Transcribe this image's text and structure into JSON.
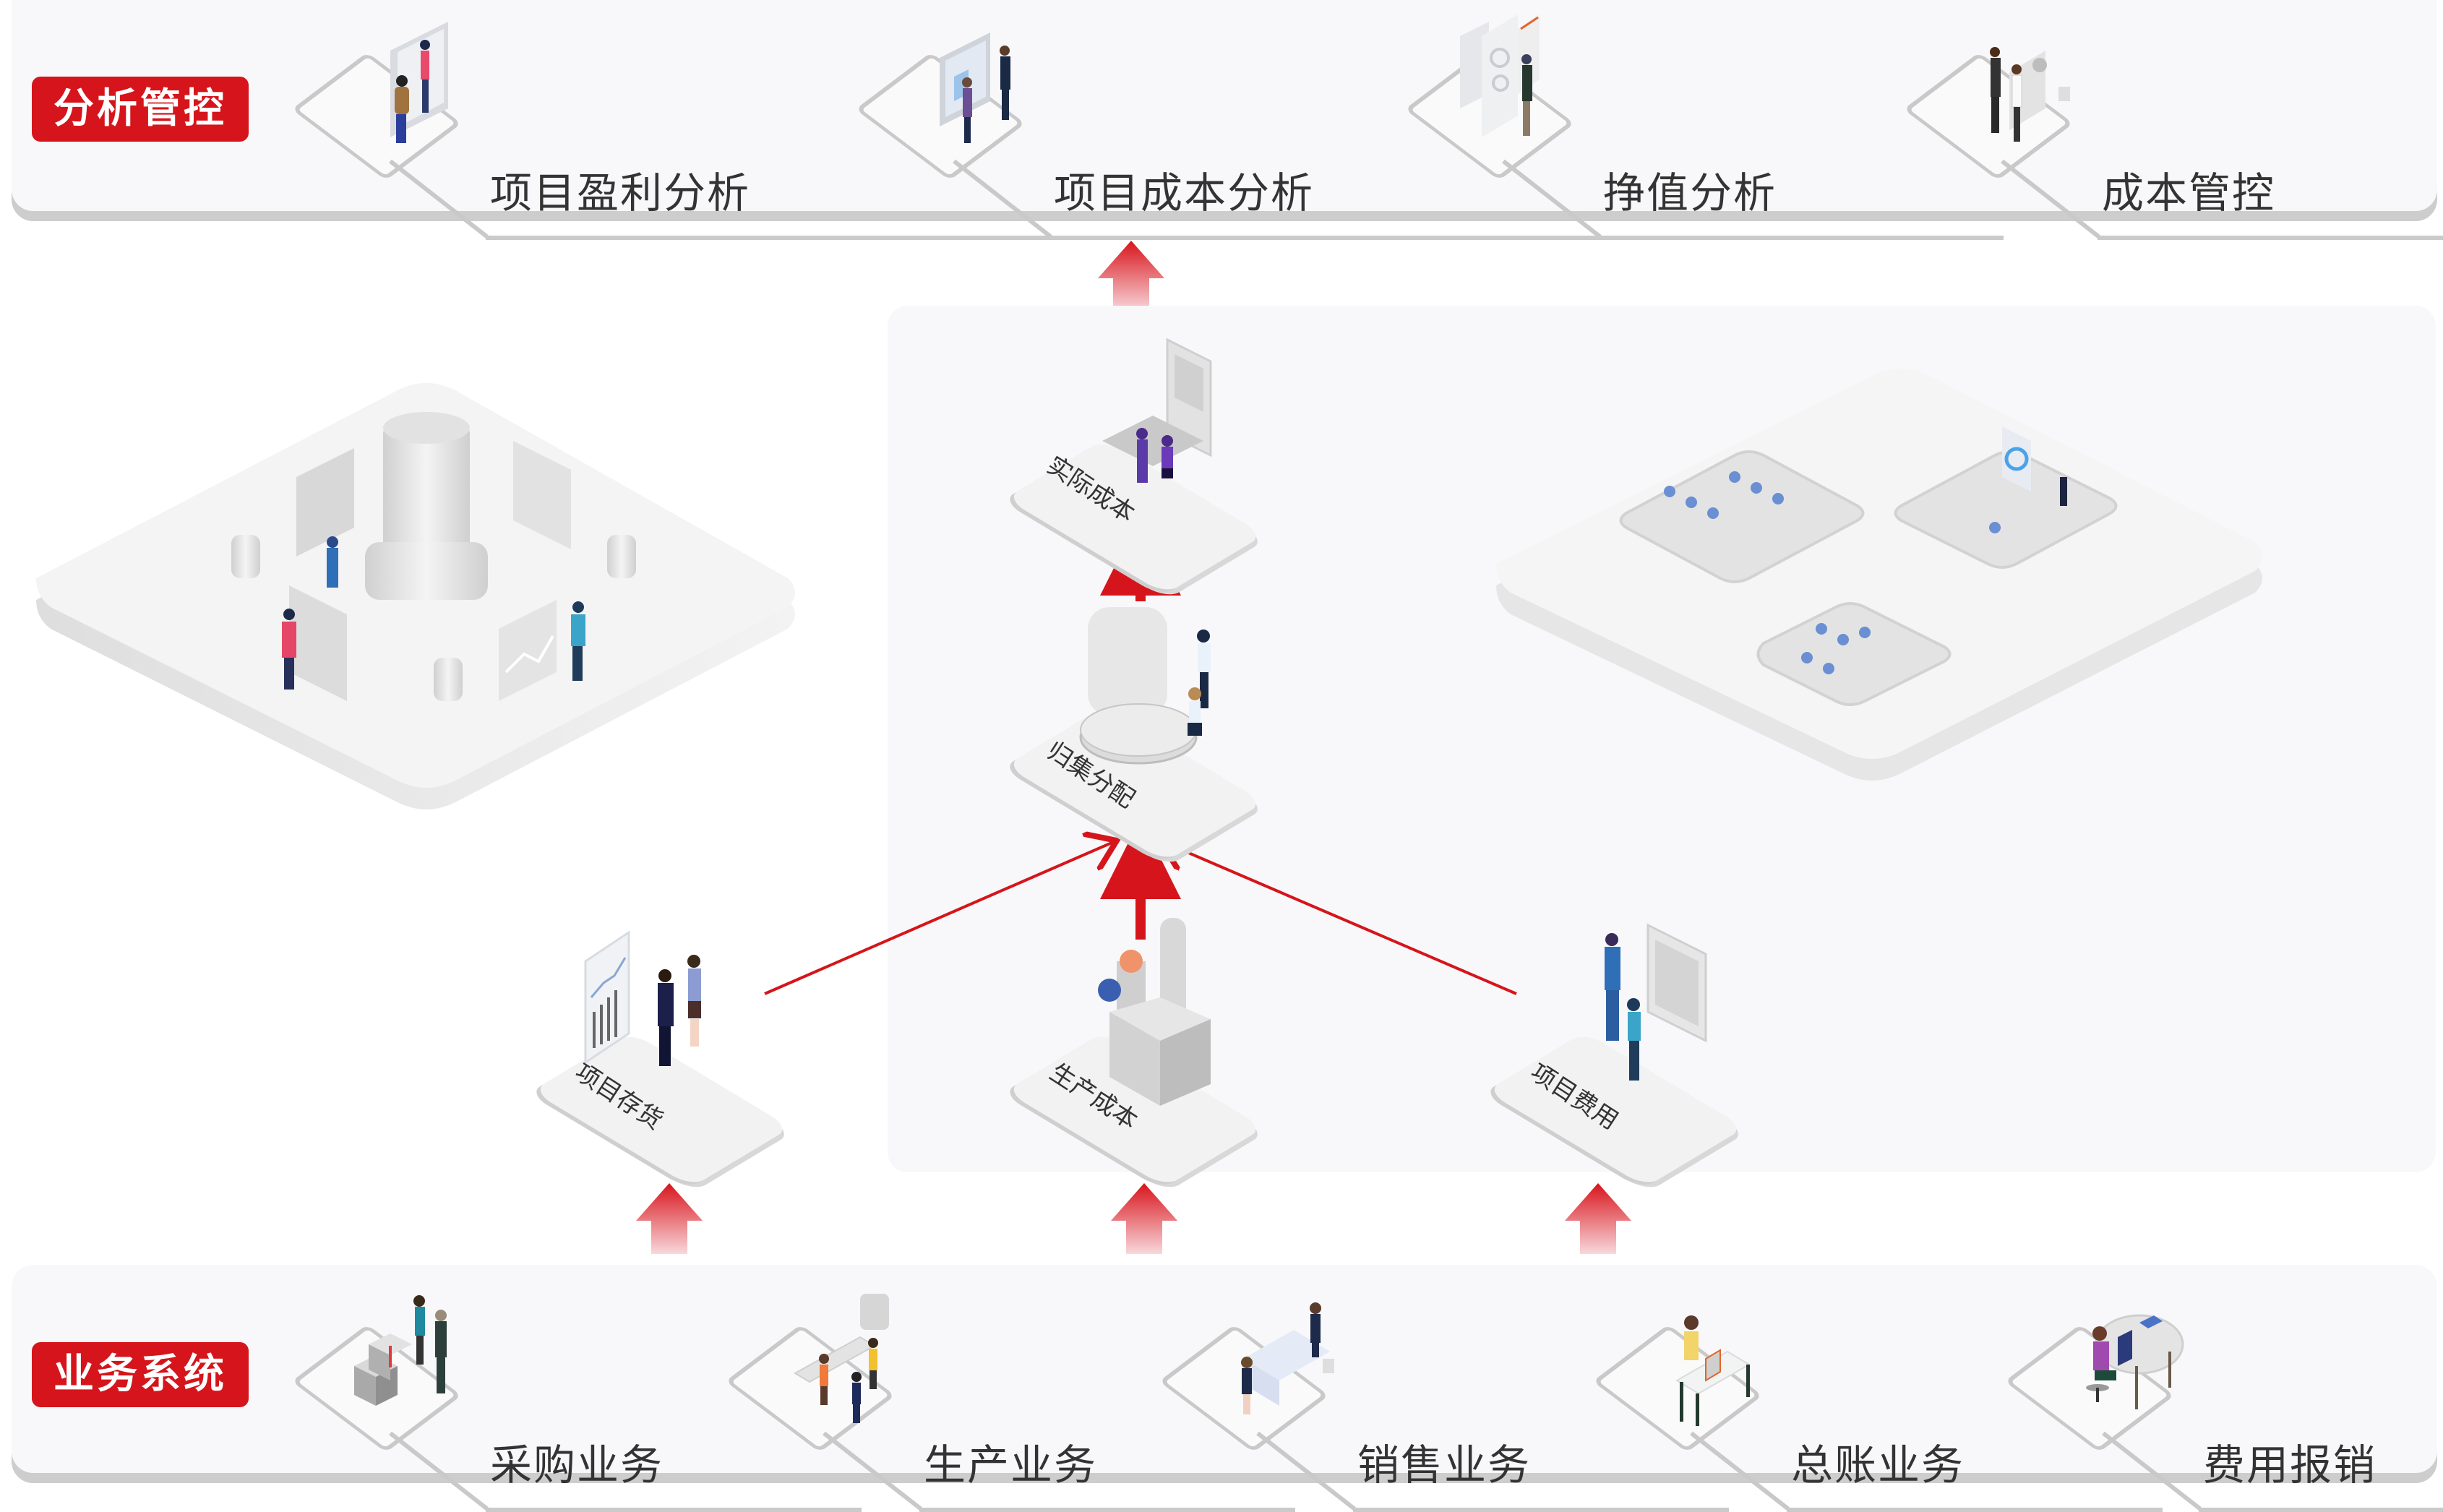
{
  "top_section": {
    "badge": "分析管控",
    "items": [
      {
        "label": "项目盈利分析",
        "icon": "people-presentation-board-icon"
      },
      {
        "label": "项目成本分析",
        "icon": "people-monitor-handshake-icon"
      },
      {
        "label": "挣值分析",
        "icon": "person-dashboard-screens-icon"
      },
      {
        "label": "成本管控",
        "icon": "people-report-document-icon"
      }
    ]
  },
  "middle_section": {
    "left_scene": "data-center-platform-illustration",
    "right_scene": "office-meeting-rooms-illustration",
    "flow_nodes": [
      {
        "id": "actual_cost",
        "label": "实际成本"
      },
      {
        "id": "collect_allocate",
        "label": "归集分配"
      },
      {
        "id": "project_inventory",
        "label": "项目存货"
      },
      {
        "id": "production_cost",
        "label": "生产成本"
      },
      {
        "id": "project_expense",
        "label": "项目费用"
      }
    ],
    "flows": [
      {
        "from": "project_inventory",
        "to": "collect_allocate"
      },
      {
        "from": "production_cost",
        "to": "collect_allocate"
      },
      {
        "from": "project_expense",
        "to": "collect_allocate"
      },
      {
        "from": "collect_allocate",
        "to": "actual_cost"
      },
      {
        "from": "actual_cost",
        "to": "top_section"
      }
    ]
  },
  "bottom_section": {
    "badge": "业务系统",
    "items": [
      {
        "label": "采购业务",
        "icon": "purchase-boxes-people-icon"
      },
      {
        "label": "生产业务",
        "icon": "production-line-workers-icon"
      },
      {
        "label": "销售业务",
        "icon": "sales-counter-people-icon"
      },
      {
        "label": "总账业务",
        "icon": "ledger-desk-laptop-icon"
      },
      {
        "label": "费用报销",
        "icon": "expense-desk-laptop-icon"
      }
    ]
  },
  "colors": {
    "accent": "#d5151b",
    "panel_bg": "#f8f8fa",
    "panel_shadow": "#cdcdcd",
    "text": "#333333"
  }
}
